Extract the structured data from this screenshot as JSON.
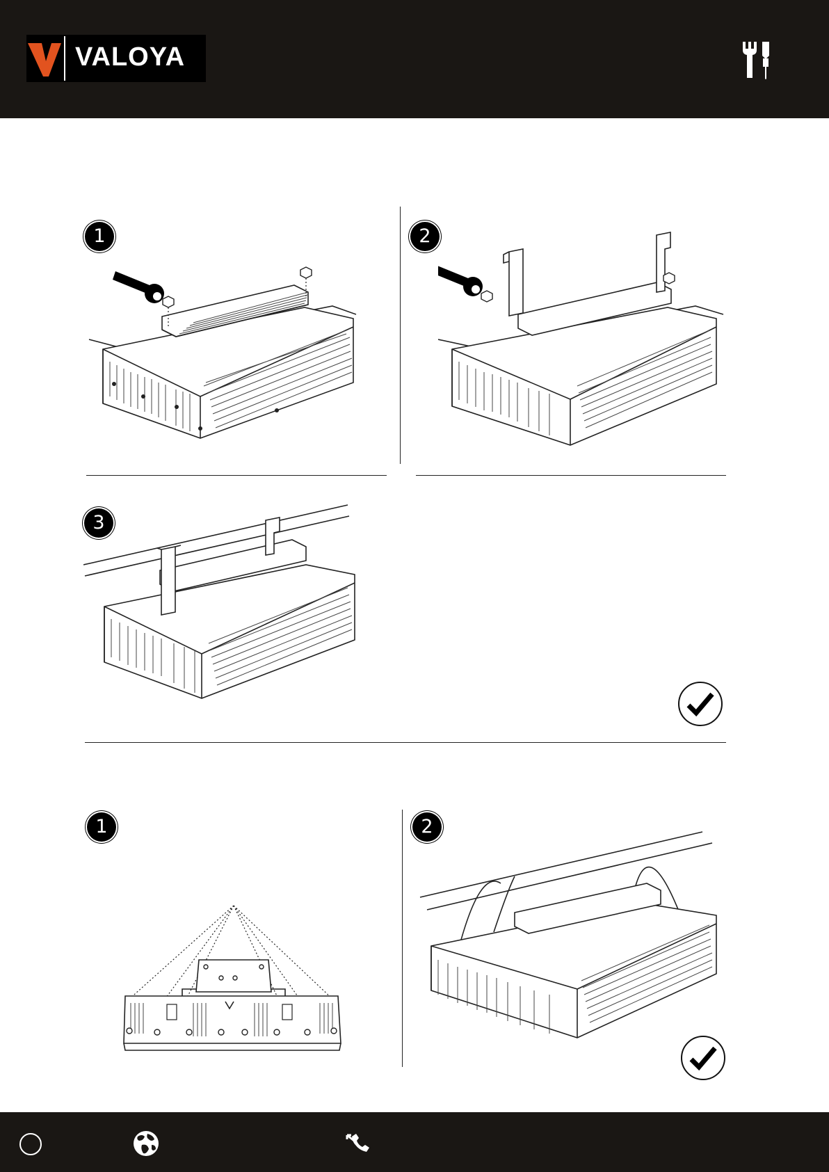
{
  "header": {
    "brand": "VALOYA",
    "tools_icon": "tools-icon"
  },
  "section_hanging_bracket": {
    "steps": [
      {
        "number": "1",
        "icon": "wrench-icon"
      },
      {
        "number": "2",
        "icon": "wrench-icon"
      },
      {
        "number": "3"
      }
    ],
    "done_icon": "checkmark-icon"
  },
  "section_hanging_wire": {
    "steps": [
      {
        "number": "1"
      },
      {
        "number": "2"
      }
    ],
    "done_icon": "checkmark-icon"
  },
  "footer": {
    "icons": [
      "circle-icon",
      "globe-icon",
      "phone-icon"
    ]
  }
}
